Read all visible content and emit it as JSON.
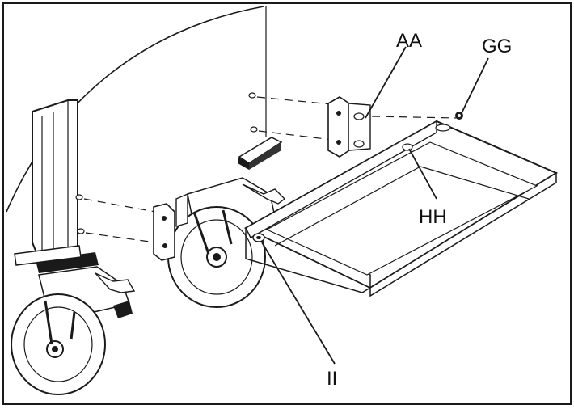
{
  "labels": {
    "aa": "AA",
    "gg": "GG",
    "hh": "HH",
    "ii": "II"
  },
  "colors": {
    "line": "#1a1a1a",
    "fill": "#ffffff",
    "shade": "#d9d9d9",
    "dark": "#555555"
  }
}
